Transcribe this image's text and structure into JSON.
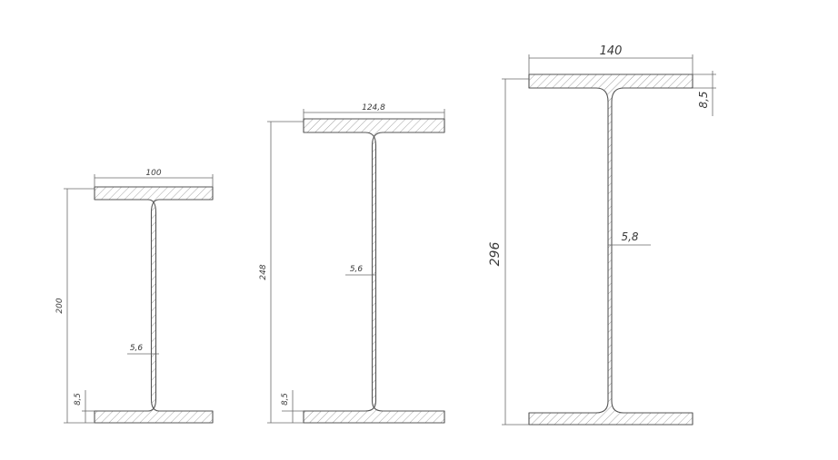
{
  "colors": {
    "outline": "#555555",
    "hatch": "#9a9a9a",
    "dimension": "#6a6a6a",
    "text": "#3a3a3a"
  },
  "beams": [
    {
      "flange_width": "100",
      "height": "200",
      "web": "5,6",
      "flange": "8,5"
    },
    {
      "flange_width": "124,8",
      "height": "248",
      "web": "5,6",
      "flange": "8,5"
    },
    {
      "flange_width": "140",
      "height": "296",
      "web": "5,8",
      "flange": "8,5"
    }
  ]
}
